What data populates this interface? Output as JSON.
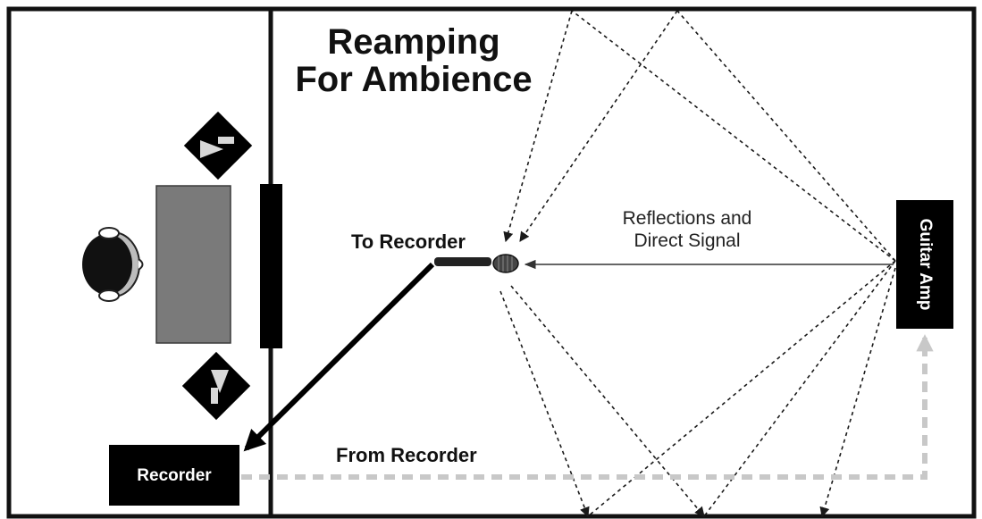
{
  "diagram": {
    "title_line1": "Reamping",
    "title_line2": "For Ambience",
    "labels": {
      "to_recorder": "To Recorder",
      "reflections_line1": "Reflections and",
      "reflections_line2": "Direct Signal",
      "from_recorder": "From Recorder",
      "recorder": "Recorder",
      "guitar_amp": "Guitar Amp"
    },
    "colors": {
      "frame": "#111111",
      "desk": "#7a7a7a",
      "recorder_box": "#000000",
      "amp_box": "#000000",
      "return_cable": "#c8c8c8",
      "background": "#ffffff"
    }
  }
}
